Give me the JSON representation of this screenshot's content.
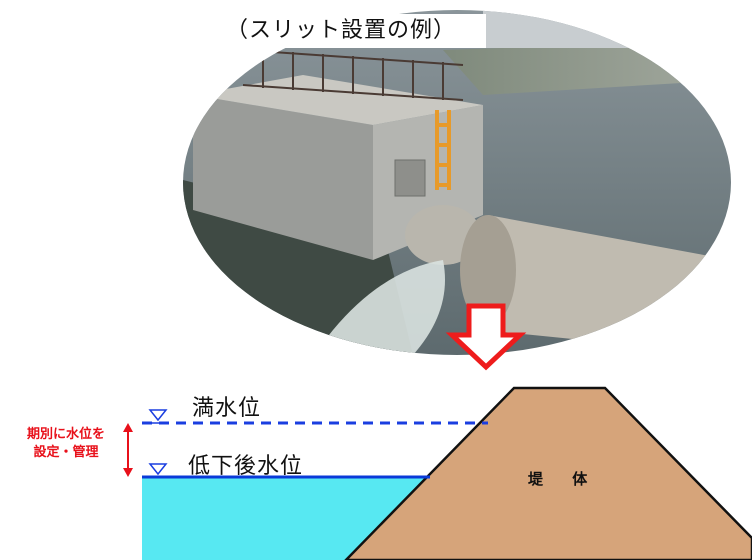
{
  "photo": {
    "caption": "（スリット設置の例）"
  },
  "diagram": {
    "full_level_label": "満水位",
    "lowered_level_label": "低下後水位",
    "note_line1": "期別に水位を",
    "note_line2": "設定・管理",
    "dam_label": "堤 体"
  },
  "colors": {
    "water": "#57e8f2",
    "dam": "#d6a47a",
    "full_level_line": "#1a3ee0",
    "lowered_level_line": "#0a3ad8",
    "arrow": "#ee1c1c",
    "note_text": "#e8101a"
  }
}
